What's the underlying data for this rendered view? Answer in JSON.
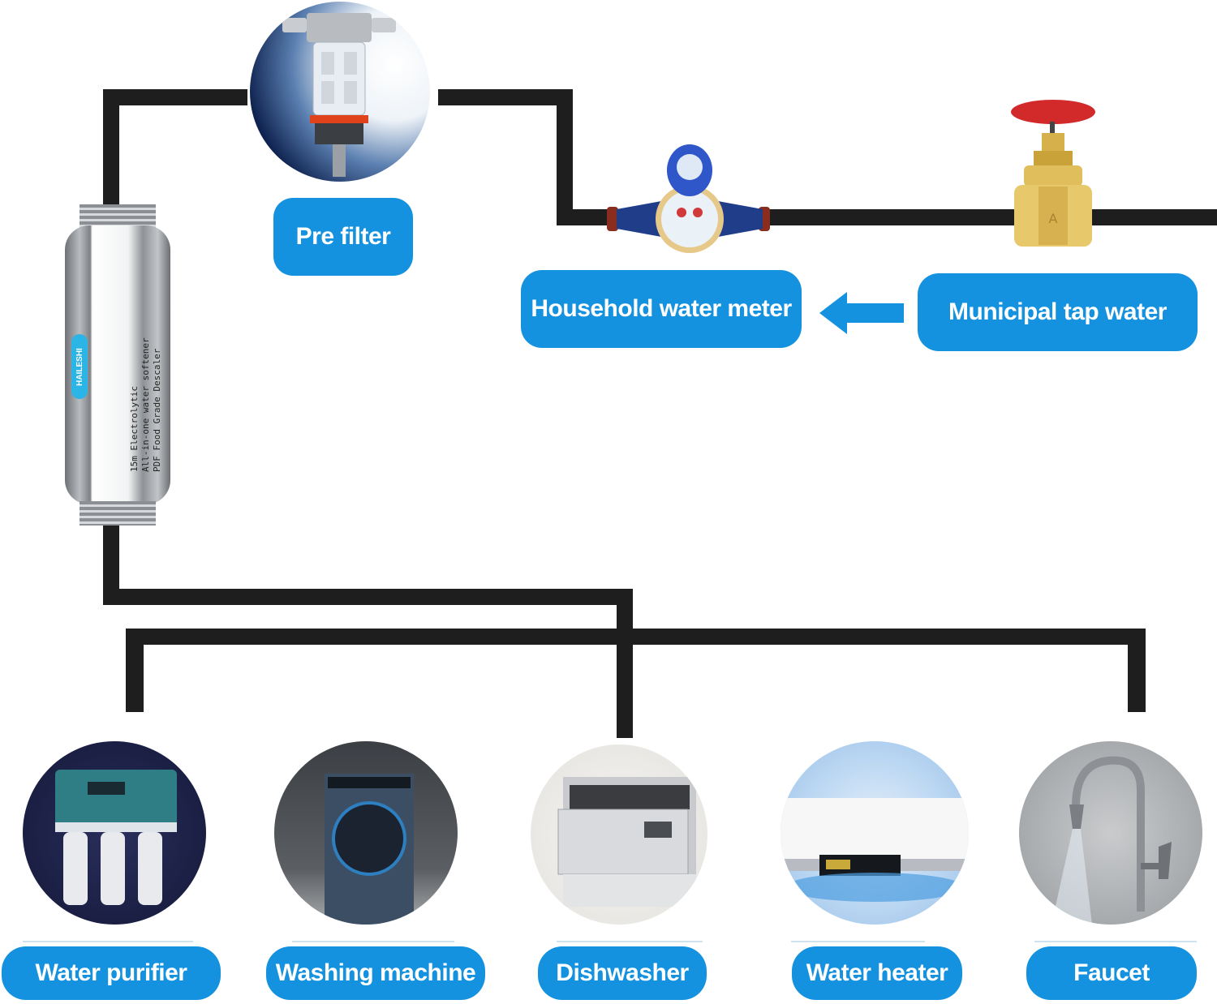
{
  "diagram": {
    "title": "Whole-house water softener installation flow",
    "top_labels": {
      "pre_filter": "Pre filter",
      "household_water_meter": "Household water meter",
      "municipal_tap_water": "Municipal tap water"
    },
    "softener": {
      "brand": "HAILESHI",
      "lines": [
        "15m Electrolytic",
        "All-in-one water softener",
        "PDF Food Grade Descaler"
      ]
    },
    "flow_arrow": "arrow-left",
    "appliances": [
      {
        "label": "Water purifier",
        "icon": "water-purifier"
      },
      {
        "label": "Washing machine",
        "icon": "washing-machine"
      },
      {
        "label": "Dishwasher",
        "icon": "dishwasher"
      },
      {
        "label": "Water heater",
        "icon": "water-heater"
      },
      {
        "label": "Faucet",
        "icon": "faucet"
      }
    ],
    "colors": {
      "label_bg": "#1592df",
      "label_text": "#ffffff",
      "pipe": "#1e1e1e",
      "arrow": "#1592df"
    }
  }
}
